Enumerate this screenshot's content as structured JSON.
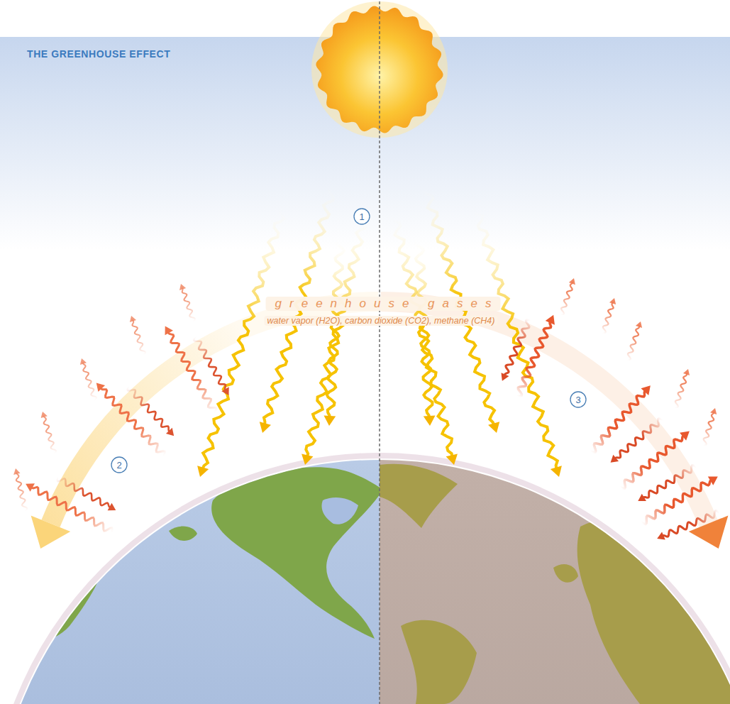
{
  "diagram": {
    "title": "THE GREENHOUSE EFFECT",
    "labels": [
      "greenhouse gases",
      "water vapor (H2O), carbon dioxide (CO2), methane (CH4)",
      "1",
      "2",
      "3"
    ]
  }
}
